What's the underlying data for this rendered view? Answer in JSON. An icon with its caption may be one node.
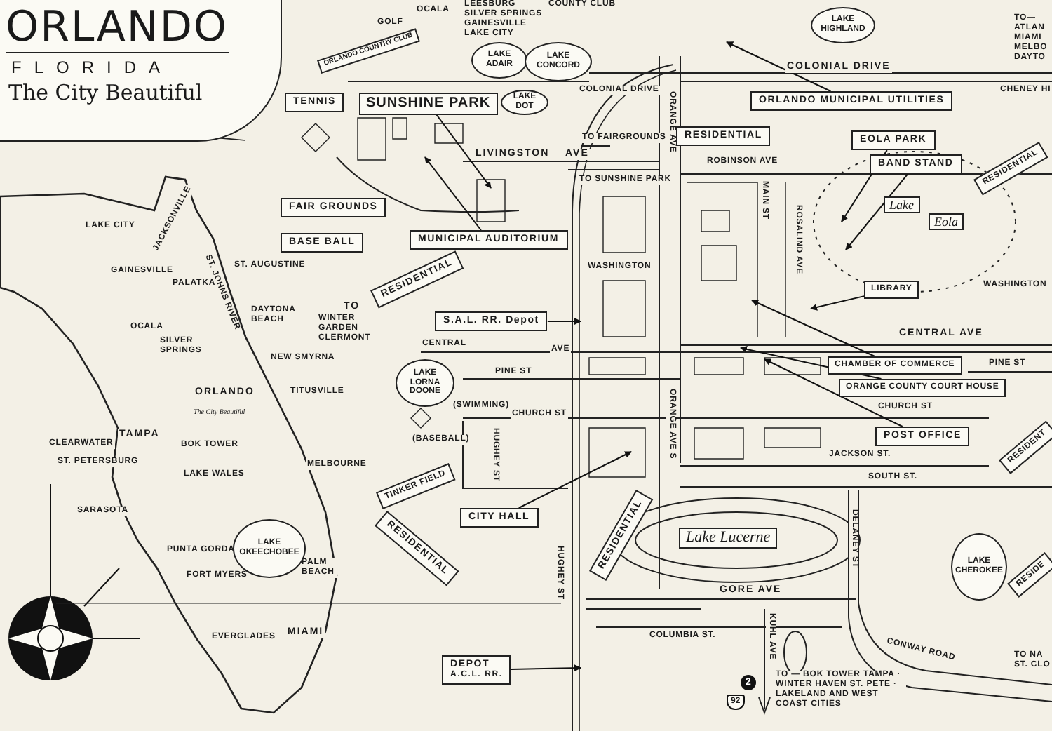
{
  "diagram": {
    "title": "ORLANDO",
    "nodes": [
      {
        "text": [
          "SUNSHINE PARK"
        ]
      },
      {
        "text": [
          "MUNICIPAL AUDITORIUM"
        ]
      },
      {
        "text": [
          "ORLANDO MUNICIPAL UTILITIES"
        ]
      },
      {
        "text": [
          "EOLA PARK"
        ]
      },
      {
        "text": [
          "BAND STAND"
        ]
      },
      {
        "text": [
          "LIBRARY"
        ]
      },
      {
        "text": [
          "CHAMBER OF COMMERCE"
        ]
      },
      {
        "text": [
          "ORANGE COUNTY COURT HOUSE"
        ]
      },
      {
        "text": [
          "POST OFFICE"
        ]
      },
      {
        "text": [
          "CITY HALL"
        ]
      },
      {
        "text": [
          "S.A.L. RR. Depot"
        ]
      },
      {
        "text": [
          "DEPOT",
          "A.C.L. RR."
        ]
      },
      {
        "text": [
          "LAKE ADAIR"
        ]
      },
      {
        "text": [
          "LAKE CONCORD"
        ]
      },
      {
        "text": [
          "LAKE HIGHLAND"
        ]
      },
      {
        "text": [
          "LAKE DOT"
        ]
      },
      {
        "text": [
          "LAKE LORNA DOONE"
        ]
      },
      {
        "text": [
          "Lake Lucerne"
        ]
      },
      {
        "text": [
          "LAKE CHEROKEE"
        ]
      },
      {
        "text": [
          "LAKE OKEECHOBEE"
        ]
      },
      {
        "text": [
          "ORLANDO COUNTRY CLUB"
        ]
      },
      {
        "text": [
          "TENNIS"
        ]
      },
      {
        "text": [
          "FAIR GROUNDS"
        ]
      },
      {
        "text": [
          "BASE BALL"
        ]
      },
      {
        "text": [
          "RESIDENTIAL"
        ]
      },
      {
        "text": [
          "RESIDENTIAL"
        ]
      },
      {
        "text": [
          "Lake"
        ]
      },
      {
        "text": [
          "Eola"
        ]
      },
      {
        "text": [
          "RESIDENTIAL"
        ]
      },
      {
        "text": [
          "TINKER FIELD"
        ]
      },
      {
        "text": [
          "RESIDENTIAL"
        ]
      },
      {
        "text": [
          "RESIDENTIAL"
        ]
      },
      {
        "text": [
          "RESIDENT"
        ]
      },
      {
        "text": [
          "RESIDE"
        ]
      }
    ],
    "edges": [
      {
        "from": 0,
        "to": null,
        "arrow": "to"
      },
      {
        "from": 1,
        "to": null,
        "arrow": "to"
      },
      {
        "from": 2,
        "to": null,
        "arrow": "to"
      },
      {
        "from": 3,
        "to": null,
        "arrow": "to"
      },
      {
        "from": 4,
        "to": null,
        "arrow": "to"
      },
      {
        "from": 5,
        "to": null,
        "arrow": "to"
      },
      {
        "from": 6,
        "to": null,
        "arrow": "to"
      },
      {
        "from": 7,
        "to": null,
        "arrow": "to"
      },
      {
        "from": 8,
        "to": null,
        "arrow": "to"
      },
      {
        "from": 9,
        "to": null,
        "arrow": "to"
      },
      {
        "from": 10,
        "to": null,
        "arrow": "to"
      },
      {
        "from": 11,
        "to": null,
        "arrow": "to"
      }
    ],
    "labels": [
      "FLORIDA",
      "The City Beautiful",
      "LAKE CITY",
      "JACKSONVILLE",
      "GAINESVILLE",
      "ST. JOHNS RIVER",
      "PALATKA",
      "ST. AUGUSTINE",
      "DAYTONA BEACH",
      "OCALA",
      "SILVER SPRINGS",
      "NEW SMYRNA",
      "ORLANDO",
      "TITUSVILLE",
      "The City Beautiful",
      "CLEARWATER",
      "TAMPA",
      "ST. PETERSBURG",
      "BOK TOWER",
      "LAKE WALES",
      "MELBOURNE",
      "SARASOTA",
      "PUNTA GORDA",
      "PALM BEACH",
      "FORT MYERS",
      "EVERGLADES",
      "MIAMI",
      "OCALA",
      "LEESBURG SILVER SPRINGS GAINESVILLE LAKE CITY",
      "COUNTY CLUB",
      "GOLF",
      "COLONIAL DRIVE",
      "TO FAIRGROUNDS",
      "LIVINGSTON",
      "AVE",
      "TO SUNSHINE PARK",
      "ORANGE AVE",
      "TO",
      "WINTER GARDEN CLERMONT",
      "WASHINGTON",
      "CENTRAL",
      "AVE",
      "COLONIAL DRIVE",
      "ROBINSON AVE",
      "MAIN ST",
      "ROSALIND AVE",
      "WASHINGTON",
      "CENTRAL AVE",
      "PINE ST",
      "TO— ATLAN MIAMI MELBO DAYTO",
      "CHENEY HI",
      "PINE ST",
      "(SWIMMING)",
      "CHURCH ST",
      "(BASEBALL)",
      "HUGHEY ST",
      "ORANGE AVE S",
      "HUGHEY ST",
      "COLUMBIA ST.",
      "CHURCH ST",
      "JACKSON ST.",
      "SOUTH ST.",
      "DELANEY ST",
      "GORE AVE",
      "KUHL AVE",
      "CONWAY ROAD",
      "TO NA ST. CLO",
      "2",
      "92",
      "TO — BOK TOWER TAMPA · WINTER HAVEN ST. PETE · LAKELAND AND WEST COAST CITIES"
    ]
  }
}
